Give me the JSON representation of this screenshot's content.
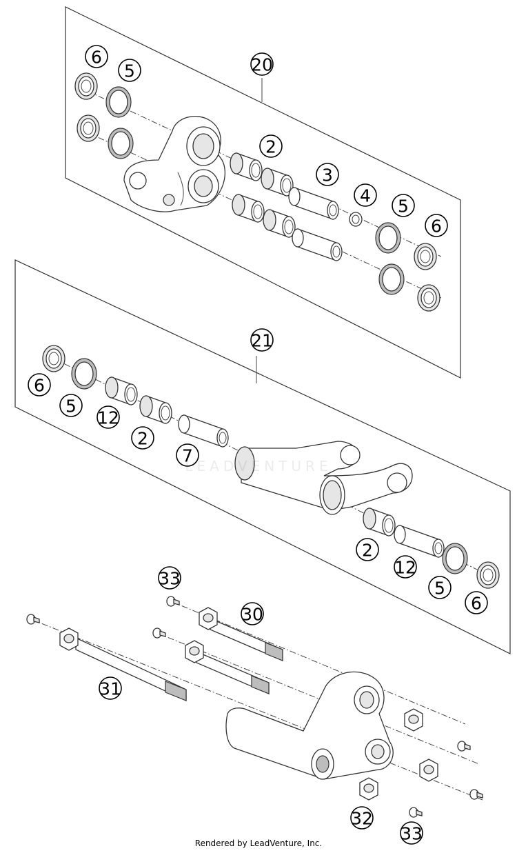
{
  "callouts": [
    "6",
    "5",
    "20",
    "2",
    "3",
    "4",
    "5",
    "6",
    "21",
    "6",
    "5",
    "12",
    "2",
    "7",
    "2",
    "12",
    "5",
    "6",
    "33",
    "30",
    "31",
    "32",
    "33"
  ],
  "watermark": "LEADVENTURE",
  "footer": "Rendered by LeadVenture, Inc."
}
